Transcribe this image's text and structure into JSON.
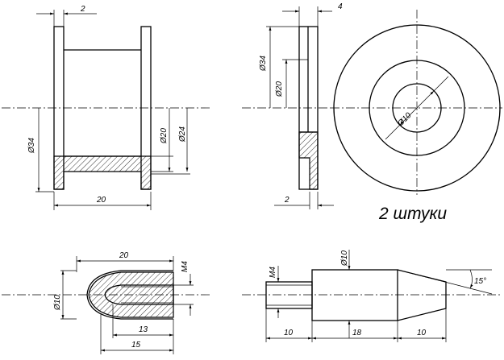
{
  "caption": "2 штуки",
  "spool_front": {
    "flange_thickness": "2",
    "outer_diameter": "34",
    "inner_diameter": "20",
    "flange_diameter_2": "24",
    "length": "20"
  },
  "spool_side": {
    "width": "4",
    "outer_diameter": "34",
    "inner_diameter": "20",
    "bottom_width": "2"
  },
  "circle_view": {
    "hole_diameter": "10"
  },
  "cap_part": {
    "length": "20",
    "thread": "M4",
    "diameter": "10",
    "inner_length": "13",
    "full_length": "15"
  },
  "shaft_part": {
    "thread": "M4",
    "diameter": "10",
    "angle": "15°",
    "seg1": "10",
    "seg2": "18",
    "seg3": "10"
  }
}
